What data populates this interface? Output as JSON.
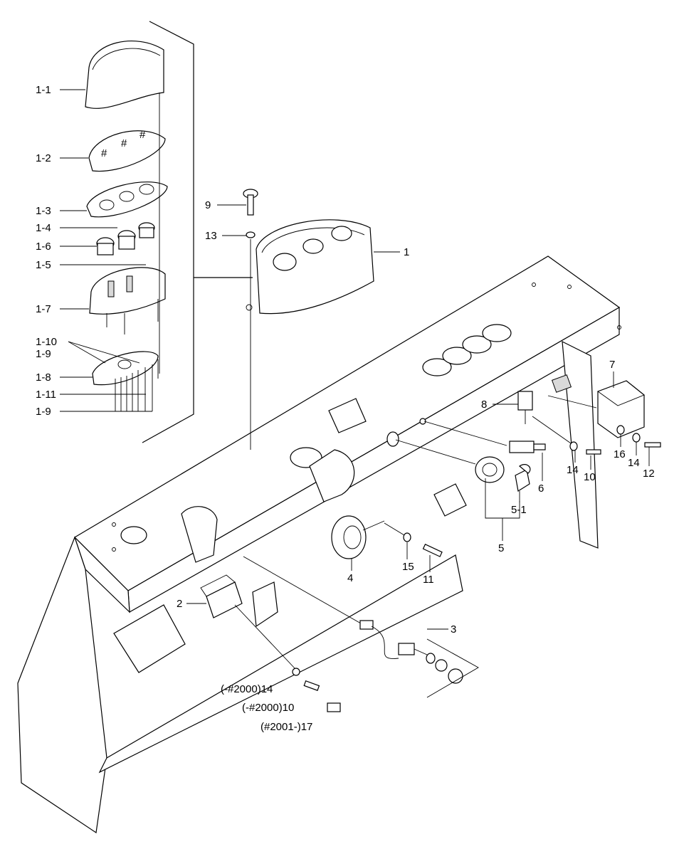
{
  "callouts": [
    {
      "id": "c-1-1",
      "text": "1-1"
    },
    {
      "id": "c-1-2",
      "text": "1-2"
    },
    {
      "id": "c-1-3",
      "text": "1-3"
    },
    {
      "id": "c-1-4",
      "text": "1-4"
    },
    {
      "id": "c-1-6",
      "text": "1-6"
    },
    {
      "id": "c-1-5",
      "text": "1-5"
    },
    {
      "id": "c-1-7",
      "text": "1-7"
    },
    {
      "id": "c-1-10",
      "text": "1-10"
    },
    {
      "id": "c-1-9a",
      "text": "1-9"
    },
    {
      "id": "c-1-8",
      "text": "1-8"
    },
    {
      "id": "c-1-11",
      "text": "1-11"
    },
    {
      "id": "c-1-9b",
      "text": "1-9"
    },
    {
      "id": "c-9",
      "text": "9"
    },
    {
      "id": "c-13",
      "text": "13"
    },
    {
      "id": "c-1",
      "text": "1"
    },
    {
      "id": "c-7",
      "text": "7"
    },
    {
      "id": "c-8",
      "text": "8"
    },
    {
      "id": "c-14a",
      "text": "14"
    },
    {
      "id": "c-10",
      "text": "10"
    },
    {
      "id": "c-16",
      "text": "16"
    },
    {
      "id": "c-14b",
      "text": "14"
    },
    {
      "id": "c-12",
      "text": "12"
    },
    {
      "id": "c-6",
      "text": "6"
    },
    {
      "id": "c-5-1",
      "text": "5-1"
    },
    {
      "id": "c-5",
      "text": "5"
    },
    {
      "id": "c-4",
      "text": "4"
    },
    {
      "id": "c-15",
      "text": "15"
    },
    {
      "id": "c-11",
      "text": "11"
    },
    {
      "id": "c-2",
      "text": "2"
    },
    {
      "id": "c-3",
      "text": "3"
    },
    {
      "id": "c-2000-14",
      "text": "(-#2000)14"
    },
    {
      "id": "c-2000-10",
      "text": "(-#2000)10"
    },
    {
      "id": "c-2001-17",
      "text": "(#2001-)17"
    }
  ]
}
